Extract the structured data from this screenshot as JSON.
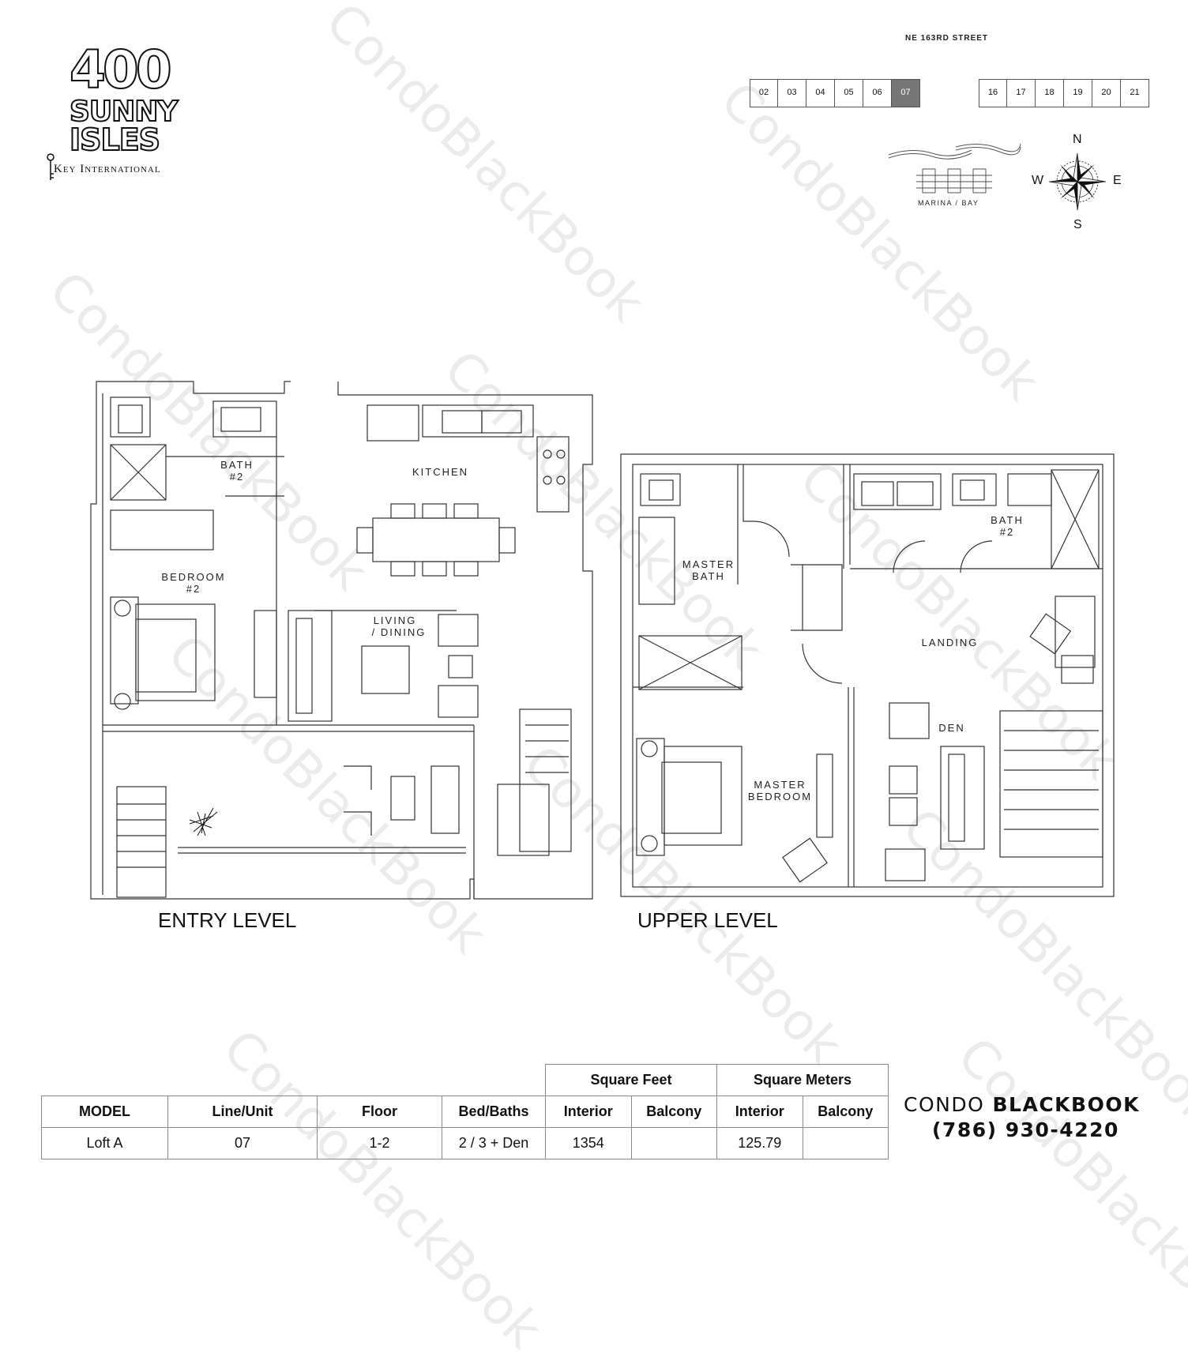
{
  "logo": {
    "line1": "400",
    "line2": "SUNNY",
    "line3": "ISLES",
    "developer": "Key International"
  },
  "keyplan": {
    "street": "NE 163RD STREET",
    "units_left": [
      "02",
      "03",
      "04",
      "05",
      "06",
      "07"
    ],
    "units_right": [
      "16",
      "17",
      "18",
      "19",
      "20",
      "21"
    ],
    "active_unit": "07",
    "marina_label": "MARINA / BAY"
  },
  "compass": {
    "n": "N",
    "s": "S",
    "e": "E",
    "w": "W"
  },
  "rooms_entry": {
    "bath": "BATH",
    "bath_num": "#2",
    "kitchen": "KITCHEN",
    "bedroom": "BEDROOM",
    "bedroom_num": "#2",
    "living": "LIVING",
    "dining": "/ DINING"
  },
  "rooms_upper": {
    "master_bath_1": "MASTER",
    "master_bath_2": "BATH",
    "bath": "BATH",
    "bath_num": "#2",
    "landing": "LANDING",
    "den": "DEN",
    "master_bed_1": "MASTER",
    "master_bed_2": "BEDROOM"
  },
  "levels": {
    "entry": "ENTRY LEVEL",
    "upper": "UPPER LEVEL"
  },
  "table": {
    "group_sqft": "Square Feet",
    "group_sqm": "Square Meters",
    "headers": [
      "MODEL",
      "Line/Unit",
      "Floor",
      "Bed/Baths",
      "Interior",
      "Balcony",
      "Interior",
      "Balcony"
    ],
    "row": [
      "Loft A",
      "07",
      "1-2",
      "2 / 3 + Den",
      "1354",
      "",
      "125.79",
      ""
    ]
  },
  "brand": {
    "name_a": "CONDO",
    "name_b": "BLACKBOOK",
    "phone": "(786) 930-4220",
    "watermark": "CondoBlackBook"
  }
}
